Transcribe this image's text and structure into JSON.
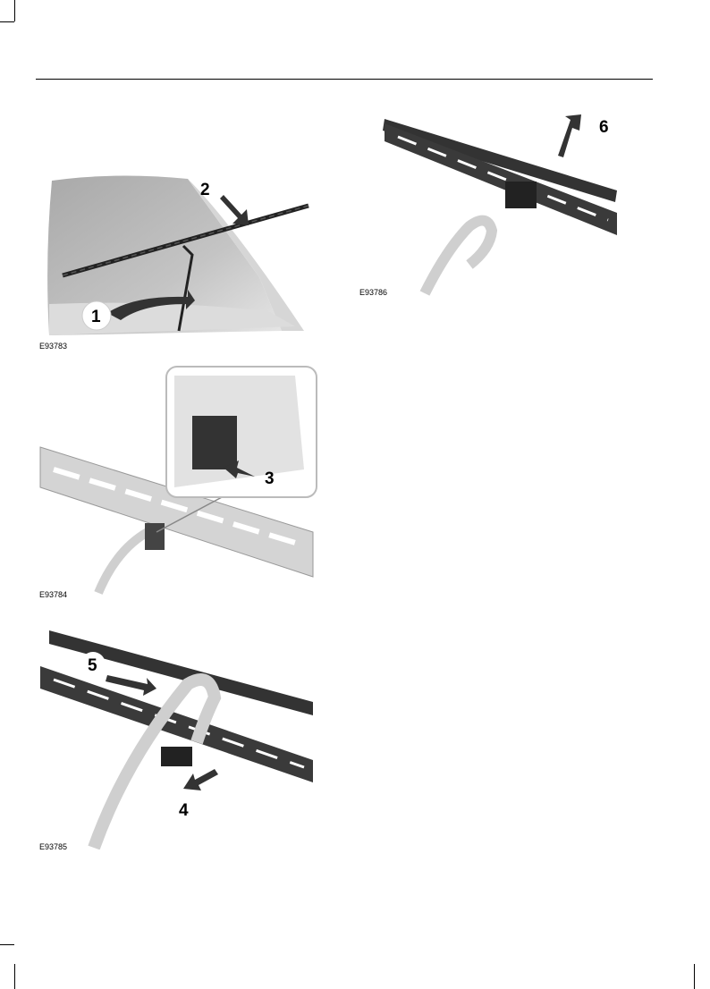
{
  "figures": [
    {
      "code": "E93783",
      "steps": [
        "1",
        "2"
      ]
    },
    {
      "code": "E93784",
      "steps": [
        "3"
      ]
    },
    {
      "code": "E93785",
      "steps": [
        "5",
        "4"
      ]
    },
    {
      "code": "E93786",
      "steps": [
        "6"
      ]
    }
  ]
}
